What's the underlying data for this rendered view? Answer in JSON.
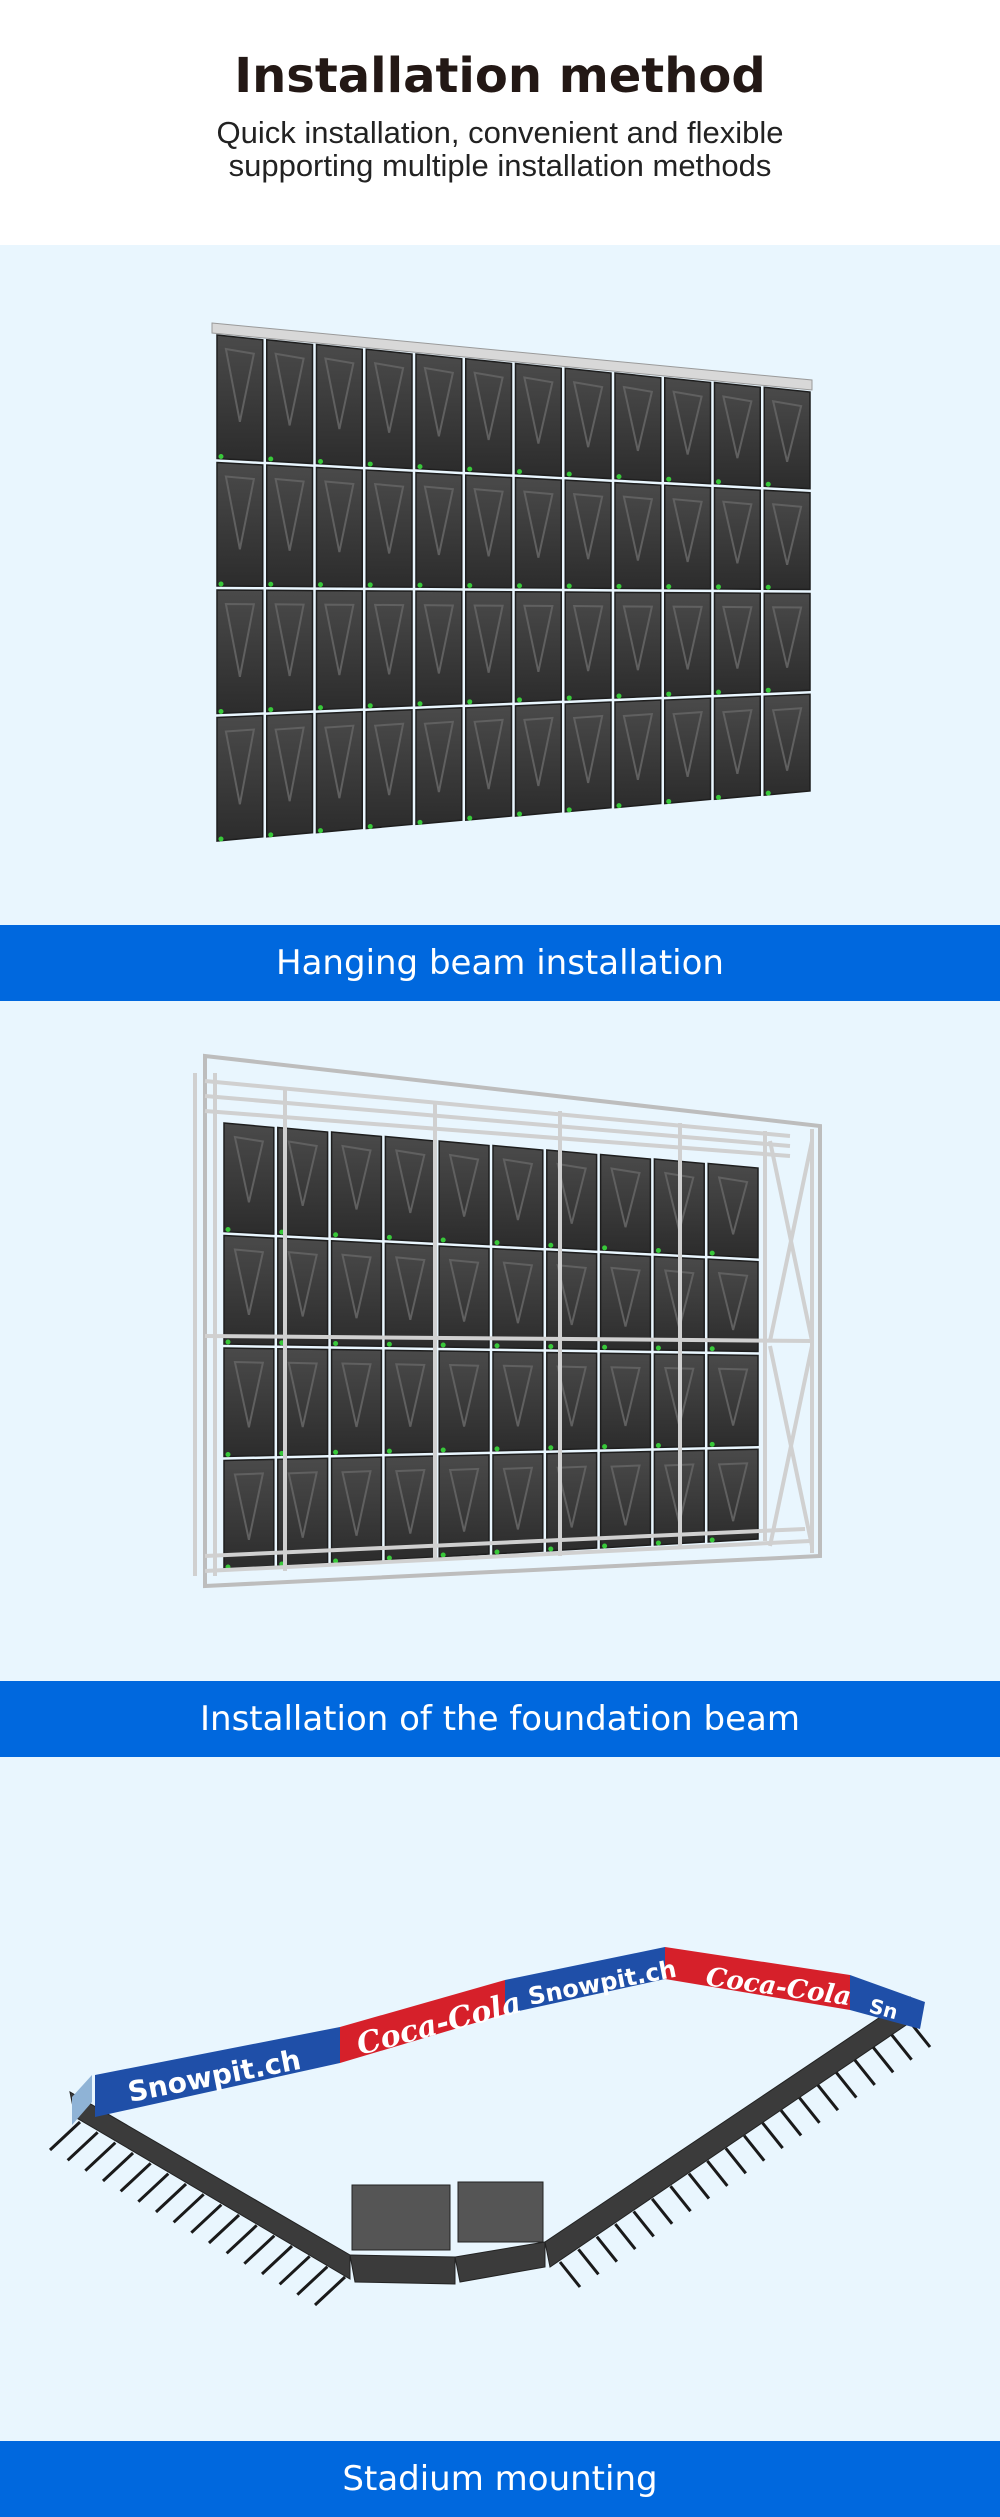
{
  "header": {
    "title": "Installation method",
    "subtitle_line1": "Quick installation, convenient and flexible",
    "subtitle_line2": "supporting multiple installation methods"
  },
  "sections": [
    {
      "label": "Hanging beam installation",
      "illustration_icon": "led-wall-hanging-beam-icon"
    },
    {
      "label": "Installation of the foundation beam",
      "illustration_icon": "led-wall-frame-truss-icon"
    },
    {
      "label": "Stadium mounting",
      "illustration_icon": "stadium-perimeter-led-icon"
    }
  ],
  "stadium": {
    "ad_1": "Snowpit.ch",
    "ad_2": "Coca-Cola",
    "ad_3": "Snowpit.ch",
    "ad_4": "Coca-Cola",
    "ad_5": "Sn"
  },
  "colors": {
    "band": "#0068de",
    "panel_bg": "#e9f6fe",
    "title": "#231815",
    "cabinet": "#3a3a3a",
    "led_green": "#38c83a",
    "coca_red": "#d6202a",
    "snowpit_blue": "#1f4fa8"
  }
}
